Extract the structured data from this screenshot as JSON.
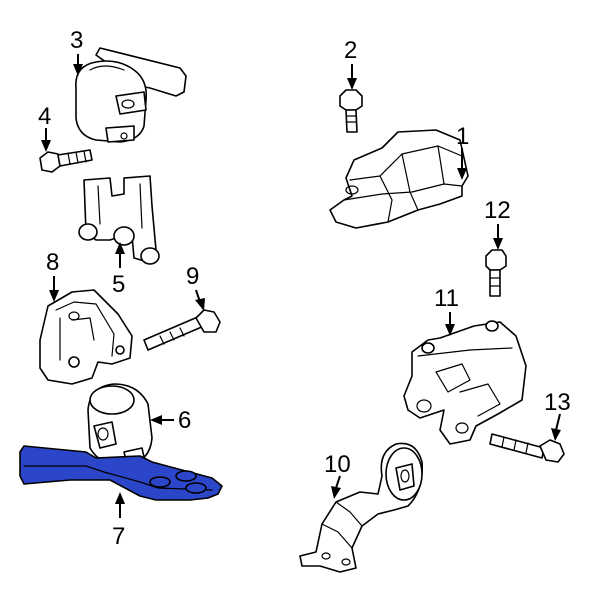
{
  "colors": {
    "highlight": "#2b46c8",
    "line": "#000000",
    "background": "#ffffff"
  },
  "callouts": [
    {
      "id": "1",
      "label": "1"
    },
    {
      "id": "2",
      "label": "2"
    },
    {
      "id": "3",
      "label": "3"
    },
    {
      "id": "4",
      "label": "4"
    },
    {
      "id": "5",
      "label": "5"
    },
    {
      "id": "6",
      "label": "6"
    },
    {
      "id": "7",
      "label": "7"
    },
    {
      "id": "8",
      "label": "8"
    },
    {
      "id": "9",
      "label": "9"
    },
    {
      "id": "10",
      "label": "10"
    },
    {
      "id": "11",
      "label": "11"
    },
    {
      "id": "12",
      "label": "12"
    },
    {
      "id": "13",
      "label": "13"
    }
  ]
}
